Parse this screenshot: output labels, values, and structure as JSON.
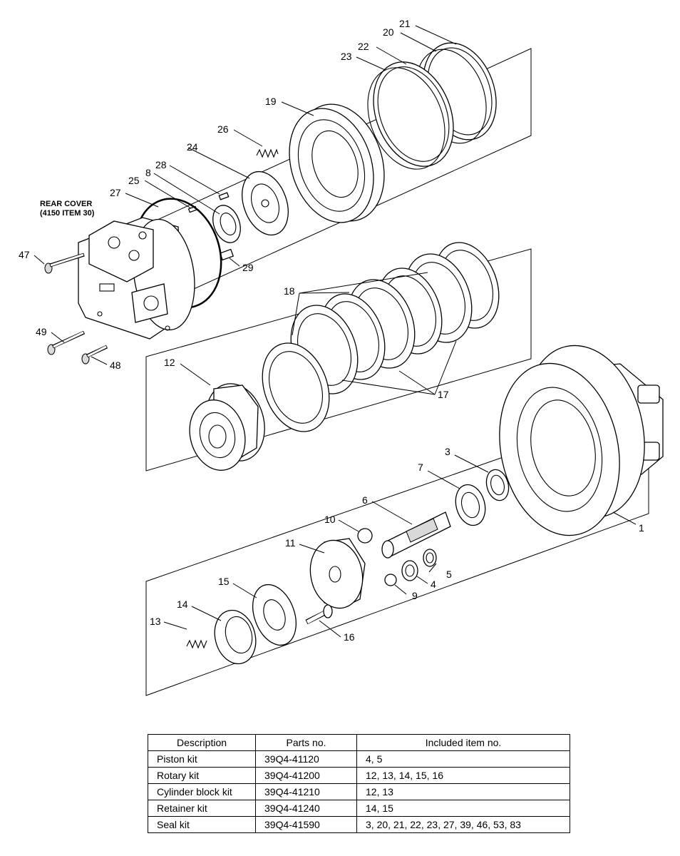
{
  "diagram": {
    "note_lines": [
      "REAR COVER",
      "(4150 ITEM 30)"
    ],
    "callouts": [
      {
        "id": "c1",
        "label": "1"
      },
      {
        "id": "c3",
        "label": "3"
      },
      {
        "id": "c4",
        "label": "4"
      },
      {
        "id": "c5",
        "label": "5"
      },
      {
        "id": "c6",
        "label": "6"
      },
      {
        "id": "c7",
        "label": "7"
      },
      {
        "id": "c8",
        "label": "8"
      },
      {
        "id": "c9",
        "label": "9"
      },
      {
        "id": "c10",
        "label": "10"
      },
      {
        "id": "c11",
        "label": "11"
      },
      {
        "id": "c12",
        "label": "12"
      },
      {
        "id": "c13",
        "label": "13"
      },
      {
        "id": "c14",
        "label": "14"
      },
      {
        "id": "c15",
        "label": "15"
      },
      {
        "id": "c16",
        "label": "16"
      },
      {
        "id": "c17",
        "label": "17"
      },
      {
        "id": "c18",
        "label": "18"
      },
      {
        "id": "c19",
        "label": "19"
      },
      {
        "id": "c20",
        "label": "20"
      },
      {
        "id": "c21",
        "label": "21"
      },
      {
        "id": "c22",
        "label": "22"
      },
      {
        "id": "c23",
        "label": "23"
      },
      {
        "id": "c24",
        "label": "24"
      },
      {
        "id": "c25",
        "label": "25"
      },
      {
        "id": "c26",
        "label": "26"
      },
      {
        "id": "c27",
        "label": "27"
      },
      {
        "id": "c28",
        "label": "28"
      },
      {
        "id": "c29",
        "label": "29"
      },
      {
        "id": "c47",
        "label": "47"
      },
      {
        "id": "c48",
        "label": "48"
      },
      {
        "id": "c49",
        "label": "49"
      }
    ]
  },
  "table": {
    "headers": [
      "Description",
      "Parts no.",
      "Included item no."
    ],
    "rows": [
      [
        "Piston kit",
        "39Q4-41120",
        "4, 5"
      ],
      [
        "Rotary kit",
        "39Q4-41200",
        "12, 13, 14, 15, 16"
      ],
      [
        "Cylinder block kit",
        "39Q4-41210",
        "12, 13"
      ],
      [
        "Retainer kit",
        "39Q4-41240",
        "14, 15"
      ],
      [
        "Seal kit",
        "39Q4-41590",
        "3, 20, 21, 22, 23, 27, 39, 46, 53, 83"
      ]
    ]
  }
}
